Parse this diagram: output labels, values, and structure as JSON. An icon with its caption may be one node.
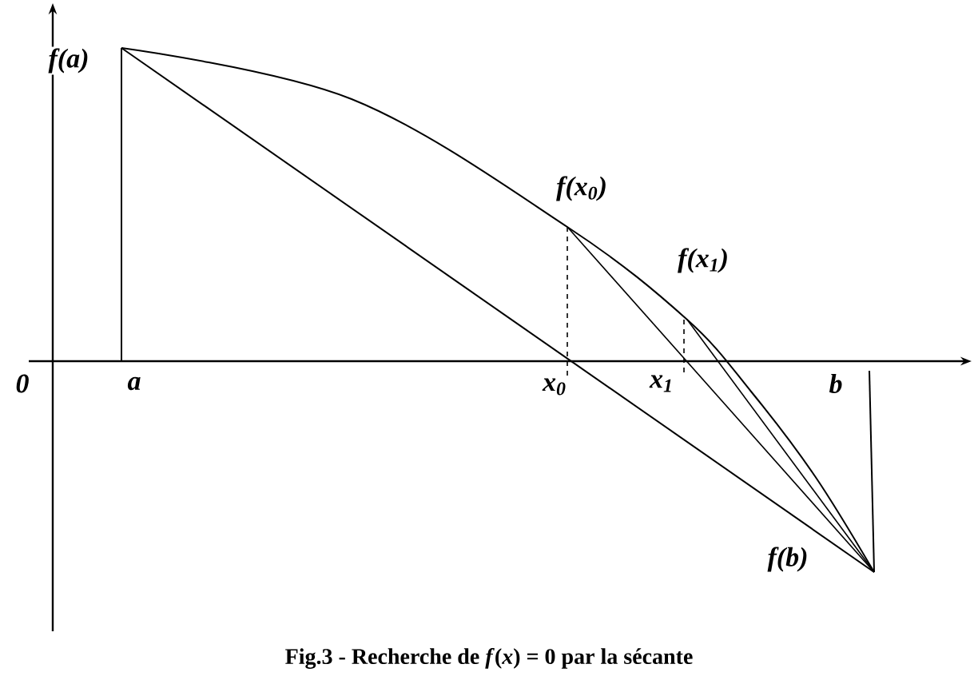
{
  "diagram": {
    "caption": "Fig.3 - Recherche de *f*(*x*) = 0 par la sécante",
    "labels": [
      "f(a)",
      "f(x$_{0}$)",
      "f(x$_{1}$)",
      "0",
      "a",
      "x$_{0}$",
      "x$_{1}$",
      "b",
      "f(b)"
    ]
  }
}
